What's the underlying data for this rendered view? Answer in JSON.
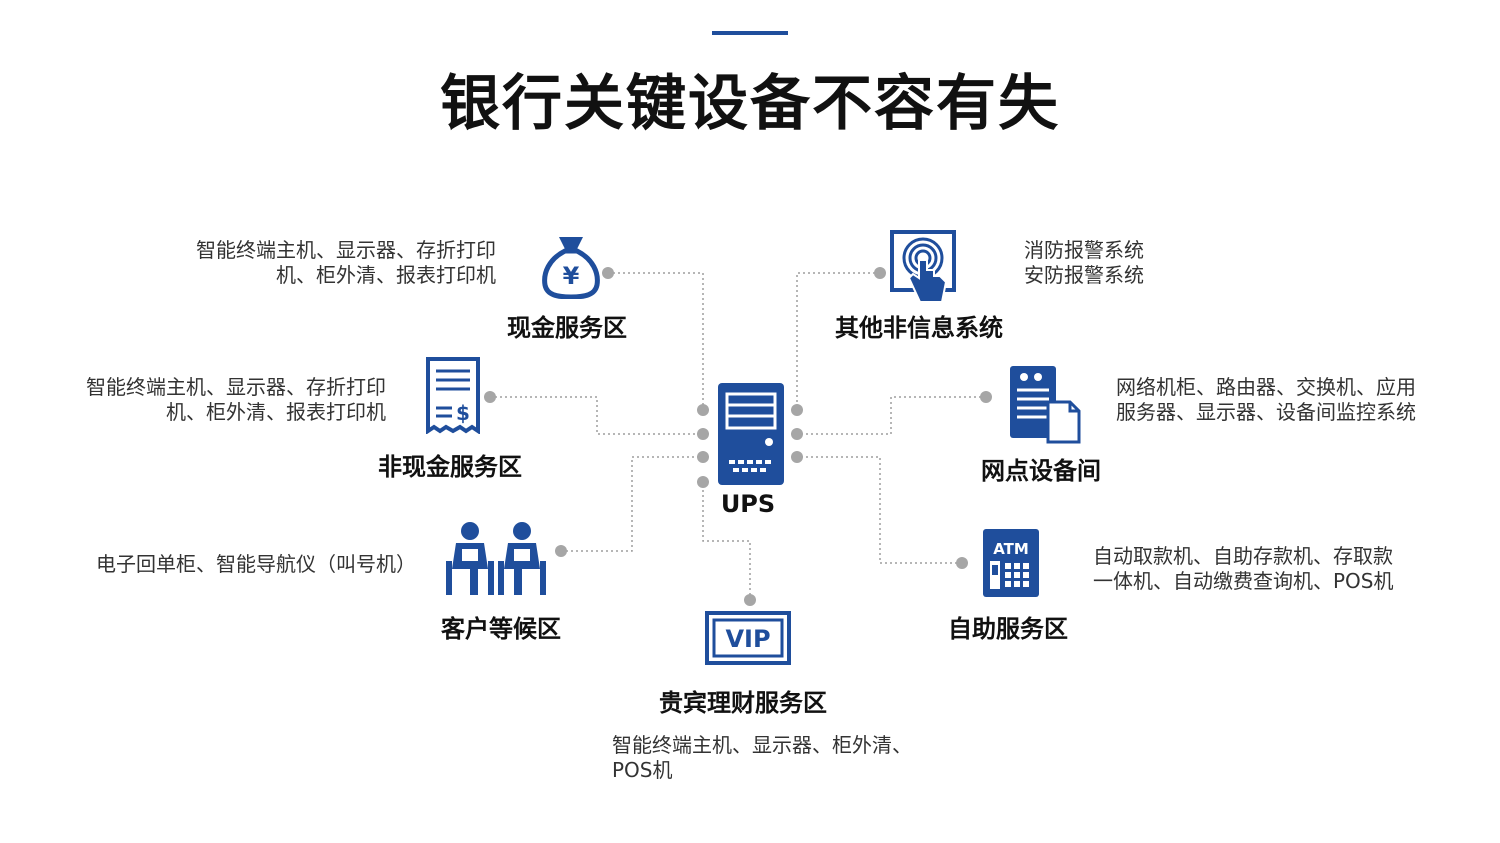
{
  "title": "银行关键设备不容有失",
  "colors": {
    "accent": "#1f4e9c",
    "connector": "#9e9e9e"
  },
  "center": {
    "label": "UPS",
    "icon": "ups-server-icon"
  },
  "zones": {
    "cash": {
      "label": "现金服务区",
      "icon": "money-bag-icon",
      "desc": [
        "智能终端主机、显示器、存折打印",
        "机、柜外清、报表打印机"
      ]
    },
    "noncash": {
      "label": "非现金服务区",
      "icon": "receipt-icon",
      "desc": [
        "智能终端主机、显示器、存折打印",
        "机、柜外清、报表打印机"
      ]
    },
    "waiting": {
      "label": "客户等候区",
      "icon": "seated-customers-icon",
      "desc": [
        "电子回单柜、智能导航仪（叫号机）"
      ]
    },
    "vip": {
      "label": "贵宾理财服务区",
      "icon": "vip-card-icon",
      "icon_text": "VIP",
      "desc": [
        "智能终端主机、显示器、柜外清、",
        "POS机"
      ]
    },
    "other": {
      "label": "其他非信息系统",
      "icon": "fingerprint-touch-icon",
      "desc": [
        "消防报警系统",
        "安防报警系统"
      ]
    },
    "equipment": {
      "label": "网点设备间",
      "icon": "server-document-icon",
      "desc": [
        "网络机柜、路由器、交换机、应用",
        "服务器、显示器、设备间监控系统"
      ]
    },
    "self": {
      "label": "自助服务区",
      "icon": "atm-icon",
      "icon_text": "ATM",
      "desc": [
        "自动取款机、自助存款机、存取款",
        "一体机、自动缴费查询机、POS机"
      ]
    }
  }
}
